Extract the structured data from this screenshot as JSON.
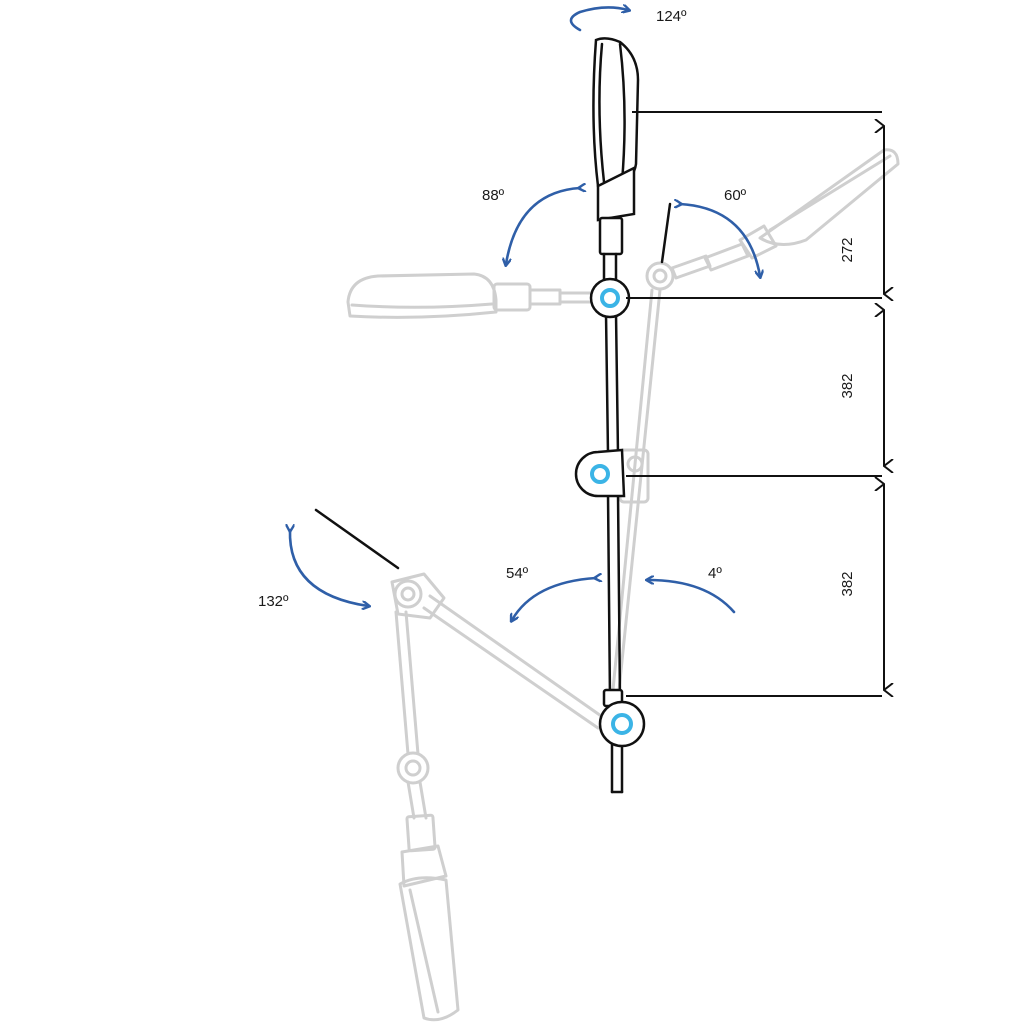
{
  "colors": {
    "ink": "#111111",
    "ghost": "#cfcfcf",
    "rotation_arrow": "#2f5fa8",
    "joint_ring": "#3bb4e6",
    "background": "#ffffff"
  },
  "rotations": {
    "head_swivel": "124º",
    "head_tilt_left": "88º",
    "head_tilt_right": "60º",
    "upper_joint_left": "54º",
    "upper_joint_right": "4º",
    "lower_arm": "132º"
  },
  "dimensions": {
    "head_height": "272",
    "upper_arm": "382",
    "lower_arm": "382"
  },
  "icons": {
    "rotation_arrow": "curved-arrow-icon",
    "joint": "joint-ring-icon",
    "dimension_arrow": "double-arrow-icon"
  }
}
